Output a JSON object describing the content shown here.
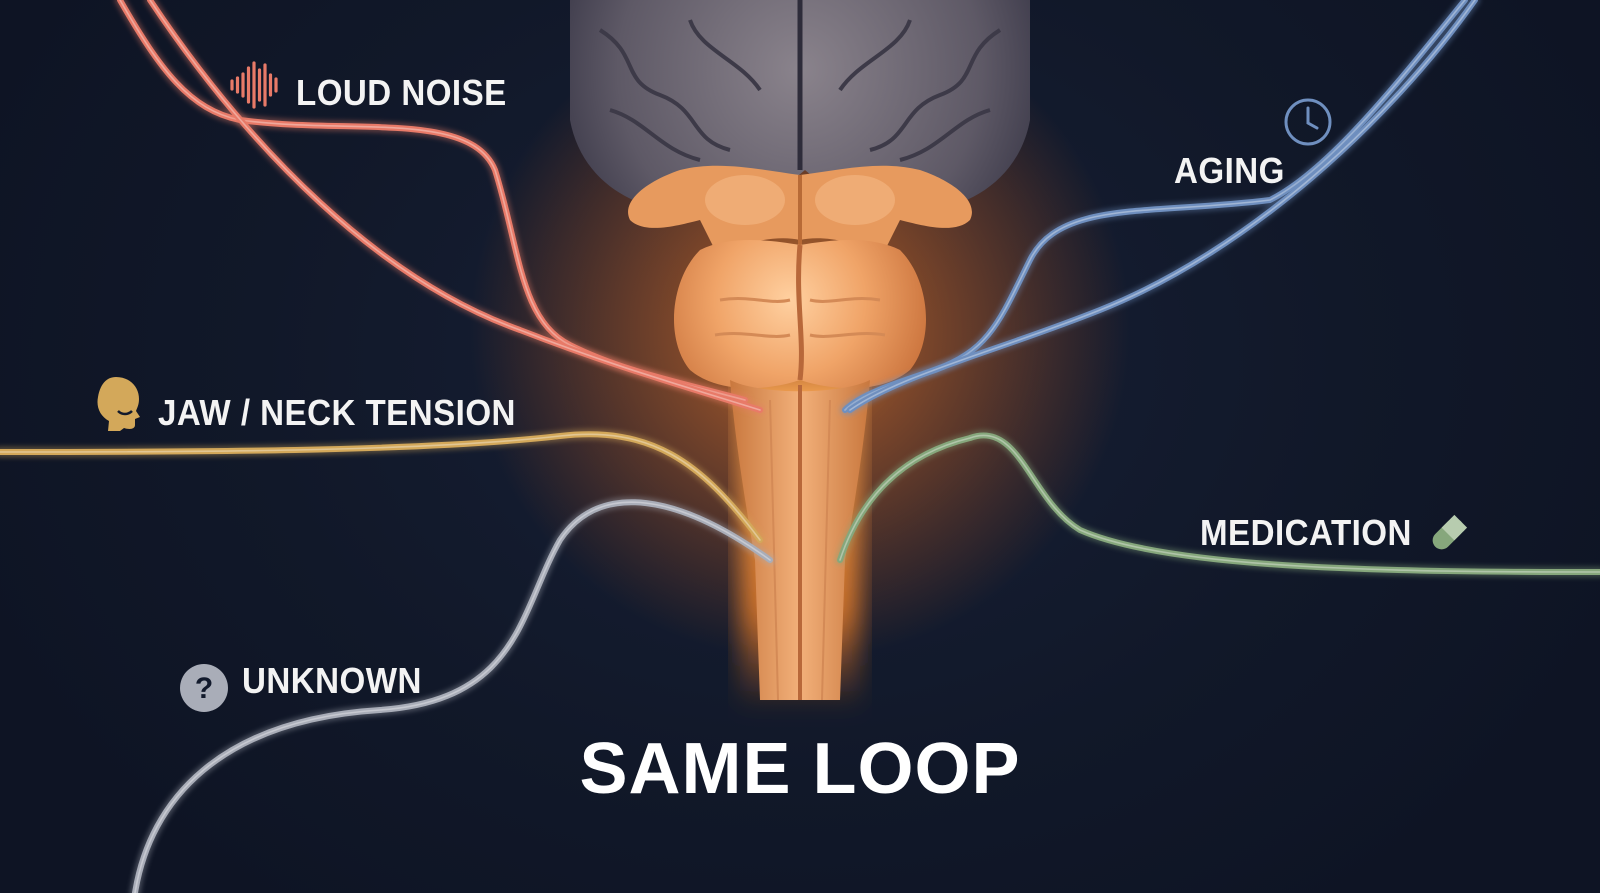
{
  "title": "SAME LOOP",
  "causes": [
    {
      "id": "loud-noise",
      "label": "LOUD NOISE",
      "icon": "sound-wave-icon",
      "color": "#e87a68"
    },
    {
      "id": "aging",
      "label": "AGING",
      "icon": "clock-icon",
      "color": "#6f8fbf"
    },
    {
      "id": "jaw-neck",
      "label": "JAW / NECK TENSION",
      "icon": "head-profile-icon",
      "color": "#d3a85a"
    },
    {
      "id": "medication",
      "label": "MEDICATION",
      "icon": "pill-icon",
      "color": "#86a77c"
    },
    {
      "id": "unknown",
      "label": "UNKNOWN",
      "icon": "question-mark-icon",
      "color": "#a9adb8"
    }
  ],
  "colors": {
    "background": "#121a2c",
    "glow": "#ff8a2a",
    "brain": "#7d7782",
    "brainstem": "#e89a5c"
  }
}
